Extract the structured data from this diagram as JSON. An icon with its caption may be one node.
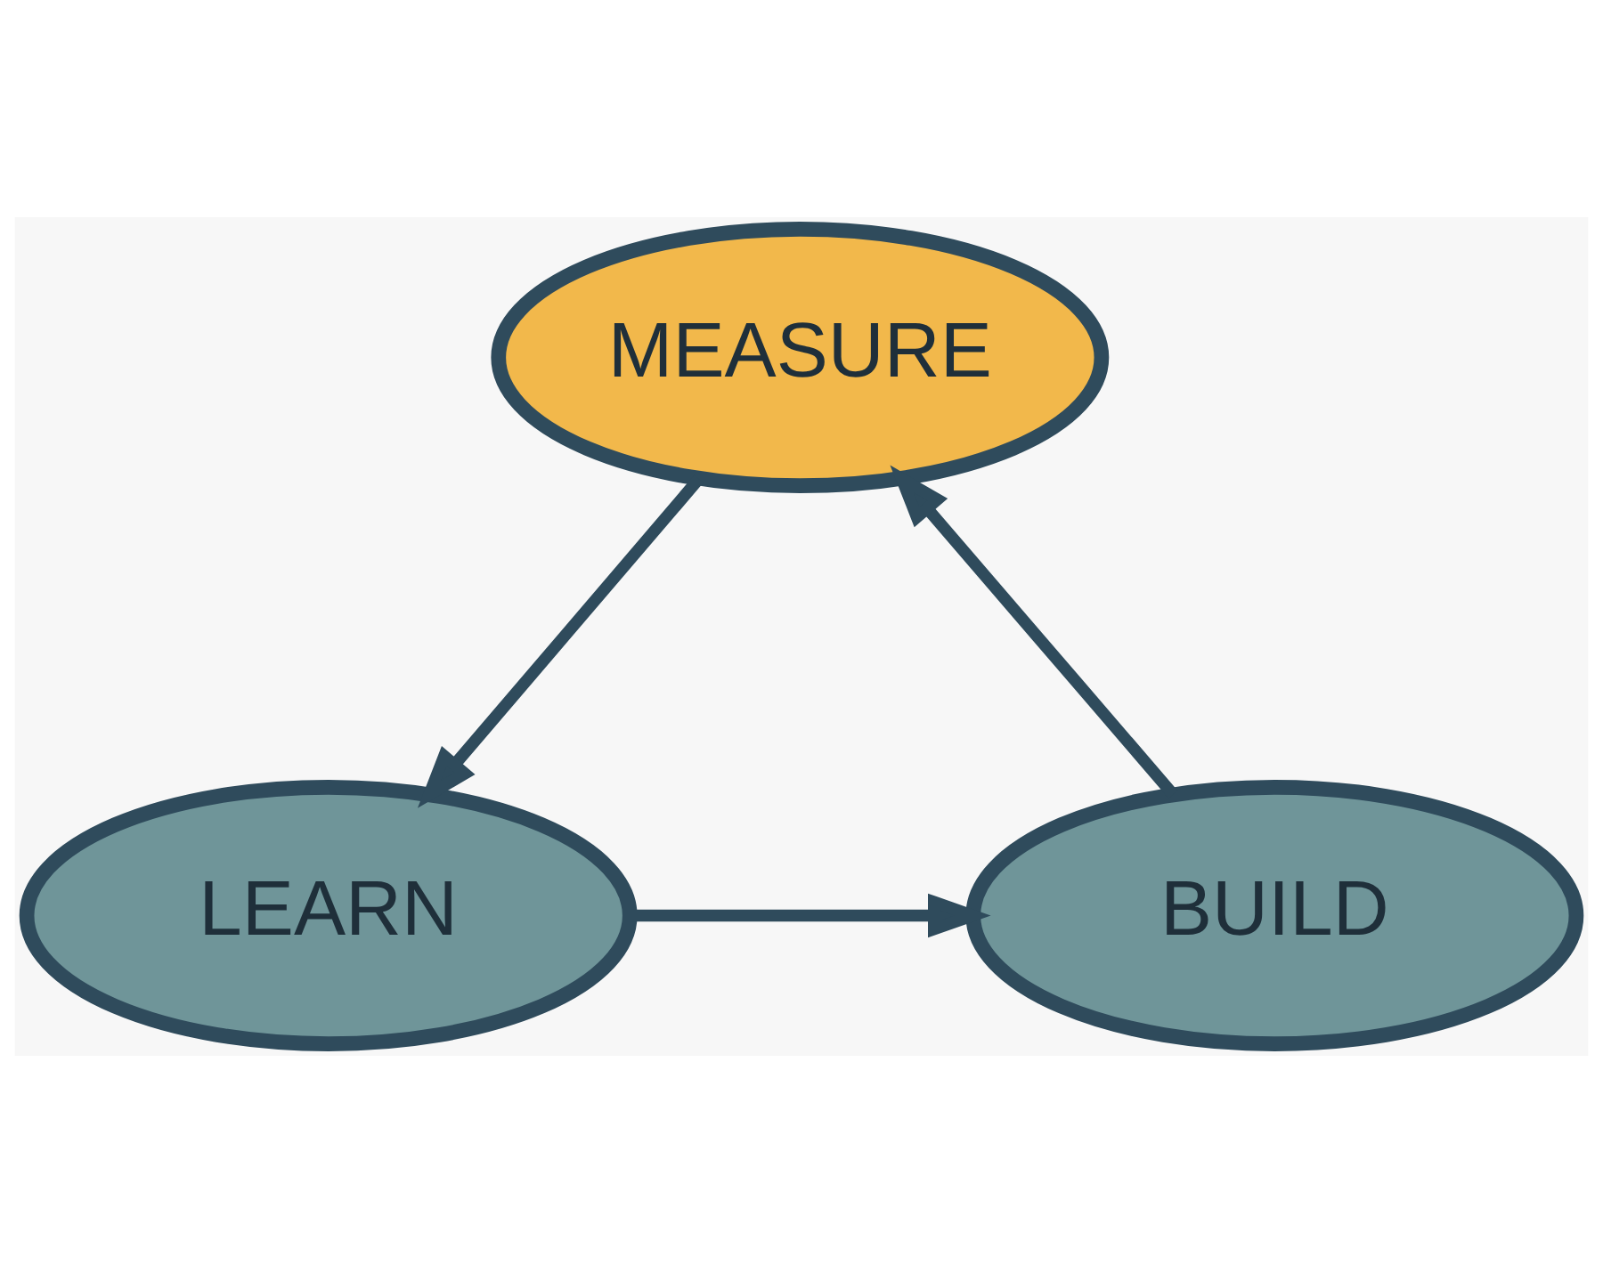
{
  "diagram": {
    "nodes": [
      {
        "text": [
          "MEASURE"
        ]
      },
      {
        "text": [
          "BUILD"
        ]
      },
      {
        "text": [
          "LEARN"
        ]
      }
    ],
    "edges": [
      {
        "from": 1,
        "to": 0,
        "arrow": "to"
      },
      {
        "from": 0,
        "to": 2,
        "arrow": "to"
      },
      {
        "from": 2,
        "to": 1,
        "arrow": "to"
      }
    ]
  }
}
